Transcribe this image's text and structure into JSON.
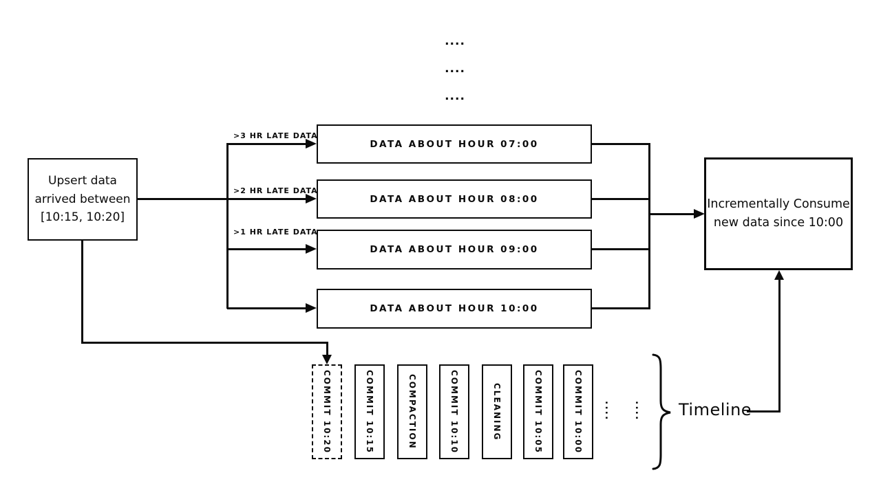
{
  "diagram": {
    "top_ellipsis": [
      "....",
      "....",
      "...."
    ],
    "upsert_box": {
      "line1": "Upsert data",
      "line2": "arrived between",
      "line3": "[10:15, 10:20]"
    },
    "late_labels": {
      "gt3": ">3 HR LATE DATA",
      "gt2": ">2 HR LATE DATA",
      "gt1": ">1 HR LATE DATA"
    },
    "data_boxes": {
      "h07": "DATA ABOUT HOUR 07:00",
      "h08": "DATA ABOUT HOUR 08:00",
      "h09": "DATA ABOUT HOUR 09:00",
      "h10": "DATA ABOUT HOUR 10:00"
    },
    "consume_box": {
      "line1": "Incrementally Consume",
      "line2": "new data since 10:00"
    },
    "timeline": {
      "label": "Timeline",
      "events": [
        {
          "label": "COMMIT  10:20",
          "style": "dashed"
        },
        {
          "label": "COMMIT  10:15",
          "style": "solid"
        },
        {
          "label": "COMPACTION",
          "style": "solid"
        },
        {
          "label": "COMMIT  10:10",
          "style": "solid"
        },
        {
          "label": "CLEANING",
          "style": "solid"
        },
        {
          "label": "COMMIT  10:05",
          "style": "solid"
        },
        {
          "label": "COMMIT  10:00",
          "style": "solid"
        }
      ],
      "more_ellipsis": [
        "....",
        "...."
      ]
    },
    "colors": {
      "ink": "#0b0b0b",
      "background": "#ffffff"
    }
  }
}
